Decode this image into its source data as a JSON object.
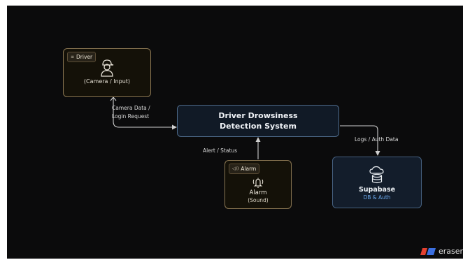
{
  "diagram": {
    "nodes": {
      "driver": {
        "tag": "Driver",
        "tag_glyph": "≡",
        "icon": "driver-icon",
        "caption": "(Camera / Input)"
      },
      "system": {
        "title_line1": "Driver Drowsiness",
        "title_line2": "Detection System"
      },
      "alarm": {
        "tag": "Alarm",
        "tag_glyph": "◁))",
        "icon": "bell-icon",
        "title": "Alarm",
        "subtitle": "(Sound)"
      },
      "supabase": {
        "icon": "database-cloud-icon",
        "title": "Supabase",
        "subtitle": "DB & Auth"
      }
    },
    "edges": {
      "camera": {
        "from": "Driver",
        "to": "Driver Drowsiness Detection System",
        "label_line1": "Camera Data /",
        "label_line2": "Login Request"
      },
      "alert": {
        "from": "Alarm",
        "to": "Driver Drowsiness Detection System",
        "label": "Alert / Status"
      },
      "logs": {
        "from": "Driver Drowsiness Detection System",
        "to": "Supabase",
        "label": "Logs / Auth Data"
      }
    }
  },
  "brand": {
    "name": "eraser"
  },
  "colors": {
    "canvas_bg": "#0b0b0c",
    "driver_border": "#8a7652",
    "system_border": "#4f6c8c",
    "supabase_border": "#45607f",
    "connector": "#cfcfcf",
    "supabase_accent": "#6aa6e8",
    "brand_red": "#e2402f",
    "brand_blue": "#3b6fe0"
  }
}
